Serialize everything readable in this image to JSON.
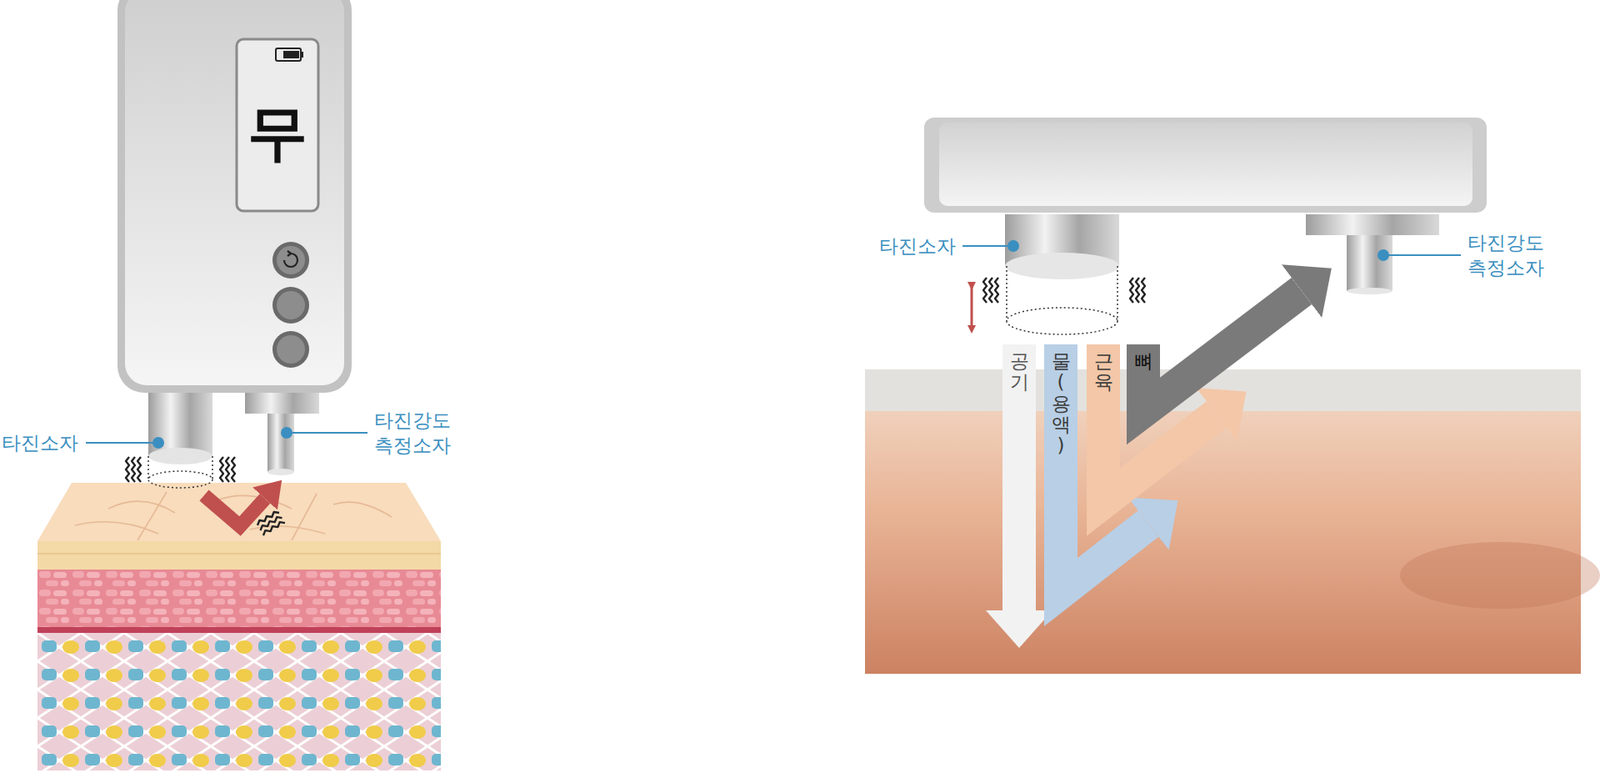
{
  "diagram": {
    "labels": [
      "무",
      "타진소자",
      "타진강도 측정소자",
      "타진소자",
      "타진강도 측정소자",
      "공기",
      "물(용액)",
      "근육",
      "뼈"
    ]
  }
}
